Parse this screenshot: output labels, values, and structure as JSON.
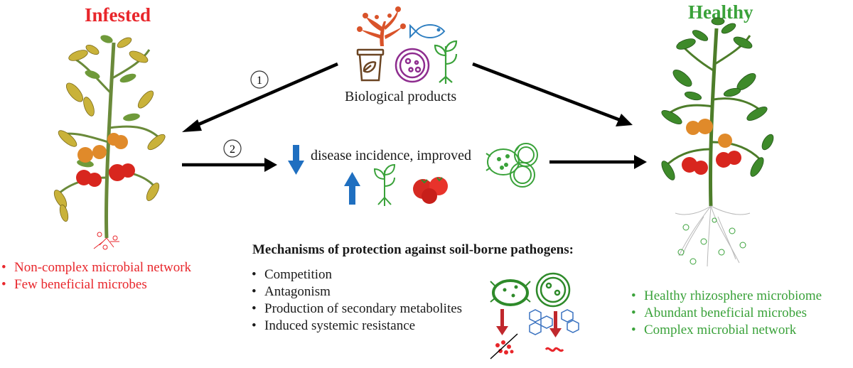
{
  "infested": {
    "title": "Infested",
    "bullets": [
      "Non-complex microbial network",
      "Few beneficial microbes"
    ]
  },
  "healthy": {
    "title": "Healthy",
    "bullets": [
      "Healthy rhizosphere microbiome",
      "Abundant beneficial microbes",
      "Complex microbial network"
    ]
  },
  "center": {
    "products_label": "Biological products",
    "step1": "1",
    "step2": "2",
    "effect_text": "disease incidence, improved"
  },
  "mechanisms": {
    "title": "Mechanisms of protection against soil-borne pathogens:",
    "items": [
      "Competition",
      "Antagonism",
      "Production of secondary metabolites",
      "Induced systemic resistance"
    ]
  },
  "colors": {
    "red": "#e8262b",
    "green": "#3aa23a",
    "blue_arrow": "#1f6fc0",
    "dark_red_arrow": "#c0282d",
    "seaweed": "#d9532a",
    "purple_microbe": "#8e2d8f",
    "brown_bin": "#6b4523",
    "fish_blue": "#2f7fc1"
  }
}
